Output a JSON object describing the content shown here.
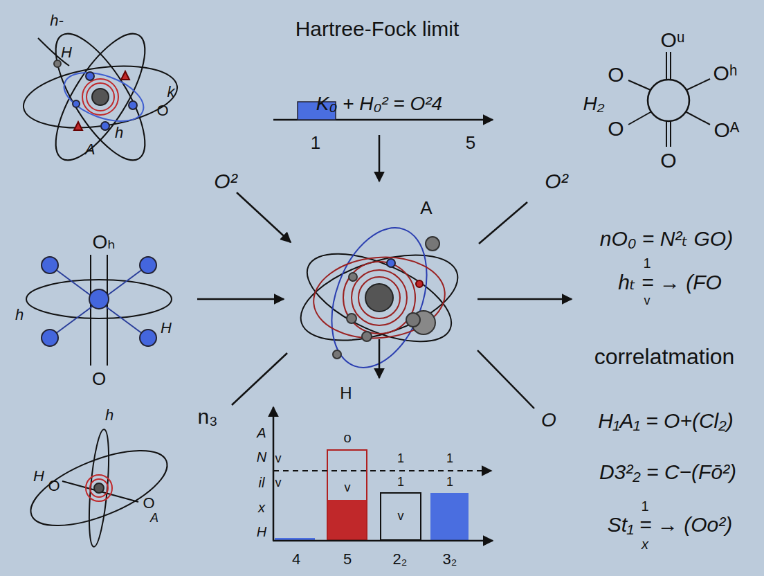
{
  "diagram": {
    "title": "Hartree-Fock limit",
    "labels": [
      "h-",
      "H",
      "k",
      "O",
      "h",
      "A",
      "K₀ + H₀² = O²4",
      "1",
      "5",
      "Oᵘ",
      "O",
      "Oʰ",
      "H₂",
      "O",
      "Oᴬ",
      "O",
      "O²",
      "O²",
      "A",
      "Oₕ",
      "h",
      "H",
      "O",
      "H",
      "n₃",
      "nO₀ = N²ₜ GO)",
      "1",
      "hₜ = → (FO",
      "v",
      "correlatmation",
      "h",
      "H",
      "O",
      "O",
      "A",
      "O",
      "H₁A₁ = O+(Cl₂)",
      "D3²₂ = C−(Fō²)",
      "1",
      "St₁ = → (Oo²)",
      "x",
      "A",
      "N",
      "il",
      "x",
      "H",
      "v",
      "v",
      "o",
      "v",
      "1",
      "1",
      "v",
      "1",
      "1",
      "4",
      "5",
      "2₂",
      "3₂"
    ]
  }
}
